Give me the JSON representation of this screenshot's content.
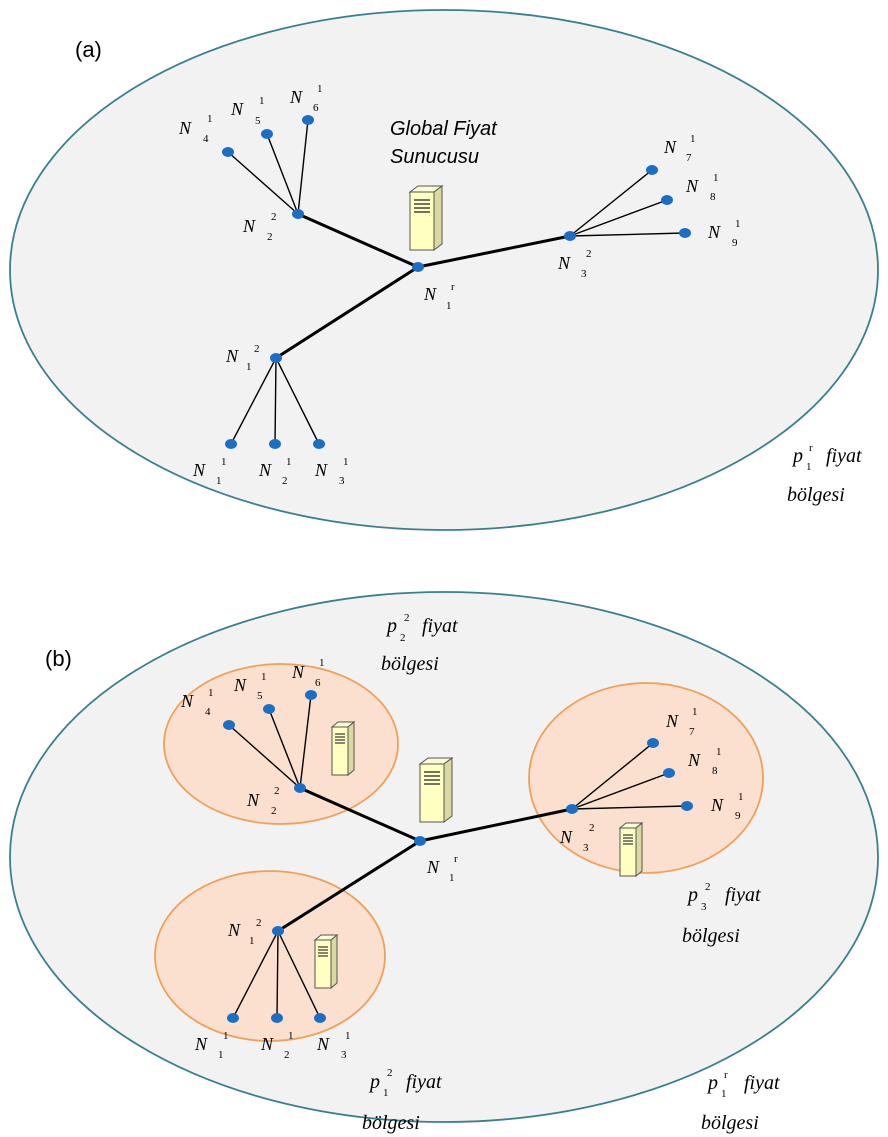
{
  "panels": [
    {
      "label": "(a)",
      "server_title": [
        "Global Fiyat",
        "Sunucusu"
      ],
      "root": {
        "name": "N",
        "sub": "1",
        "sup": "r"
      },
      "mid_nodes": [
        {
          "name": "N",
          "sub": "2",
          "sup": "2"
        },
        {
          "name": "N",
          "sub": "3",
          "sup": "2"
        },
        {
          "name": "N",
          "sub": "1",
          "sup": "2"
        }
      ],
      "leaf_nodes": [
        {
          "name": "N",
          "sub": "4",
          "sup": "1"
        },
        {
          "name": "N",
          "sub": "5",
          "sup": "1"
        },
        {
          "name": "N",
          "sub": "6",
          "sup": "1"
        },
        {
          "name": "N",
          "sub": "7",
          "sup": "1"
        },
        {
          "name": "N",
          "sub": "8",
          "sup": "1"
        },
        {
          "name": "N",
          "sub": "9",
          "sup": "1"
        },
        {
          "name": "N",
          "sub": "1",
          "sup": "1"
        },
        {
          "name": "N",
          "sub": "2",
          "sup": "1"
        },
        {
          "name": "N",
          "sub": "3",
          "sup": "1"
        }
      ],
      "outer_region": {
        "p": "p",
        "sub": "1",
        "sup": "r",
        "line1": "fiyat",
        "line2": "bölgesi"
      }
    },
    {
      "label": "(b)",
      "root": {
        "name": "N",
        "sub": "1",
        "sup": "r"
      },
      "mid_nodes": [
        {
          "name": "N",
          "sub": "2",
          "sup": "2"
        },
        {
          "name": "N",
          "sub": "3",
          "sup": "2"
        },
        {
          "name": "N",
          "sub": "1",
          "sup": "2"
        }
      ],
      "leaf_nodes": [
        {
          "name": "N",
          "sub": "4",
          "sup": "1"
        },
        {
          "name": "N",
          "sub": "5",
          "sup": "1"
        },
        {
          "name": "N",
          "sub": "6",
          "sup": "1"
        },
        {
          "name": "N",
          "sub": "7",
          "sup": "1"
        },
        {
          "name": "N",
          "sub": "8",
          "sup": "1"
        },
        {
          "name": "N",
          "sub": "9",
          "sup": "1"
        },
        {
          "name": "N",
          "sub": "1",
          "sup": "1"
        },
        {
          "name": "N",
          "sub": "2",
          "sup": "1"
        },
        {
          "name": "N",
          "sub": "3",
          "sup": "1"
        }
      ],
      "sub_regions": [
        {
          "p": "p",
          "sub": "2",
          "sup": "2",
          "line1": "fiyat",
          "line2": "bölgesi"
        },
        {
          "p": "p",
          "sub": "3",
          "sup": "2",
          "line1": "fiyat",
          "line2": "bölgesi"
        },
        {
          "p": "p",
          "sub": "1",
          "sup": "2",
          "line1": "fiyat",
          "line2": "bölgesi"
        }
      ],
      "outer_region": {
        "p": "p",
        "sub": "1",
        "sup": "r",
        "line1": "fiyat",
        "line2": "bölgesi"
      }
    }
  ],
  "colors": {
    "outer_fill": "#f2f2f2",
    "outer_stroke": "#3a7f8f",
    "sub_fill": "#fbe0cf",
    "sub_stroke": "#f0a058",
    "node": "#1a6fc4",
    "server_fill": "#ffffc0"
  },
  "icons": {
    "server": "server-icon"
  }
}
